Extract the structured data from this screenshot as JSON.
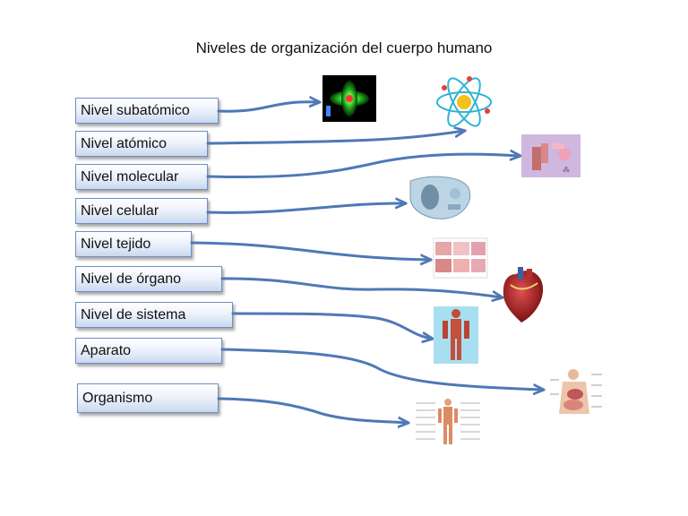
{
  "title": "Niveles de organización del cuerpo humano",
  "levels": [
    {
      "label": "Nivel subatómico"
    },
    {
      "label": "Nivel atómico"
    },
    {
      "label": "Nivel molecular"
    },
    {
      "label": "Nivel celular"
    },
    {
      "label": "Nivel tejido"
    },
    {
      "label": "Nivel de órgano"
    },
    {
      "label": "Nivel de sistema"
    },
    {
      "label": "Aparato"
    },
    {
      "label": "Organismo"
    }
  ],
  "colors": {
    "arrow": "#4f78b5",
    "box_border": "#6f8fc2",
    "box_gradient_end": "#c9d8ef"
  },
  "icons": [
    "orbital-icon",
    "atom-icon",
    "molecule-icon",
    "cell-icon",
    "tissue-icon",
    "heart-icon",
    "muscle-system-icon",
    "digestive-system-icon",
    "organism-icon"
  ]
}
